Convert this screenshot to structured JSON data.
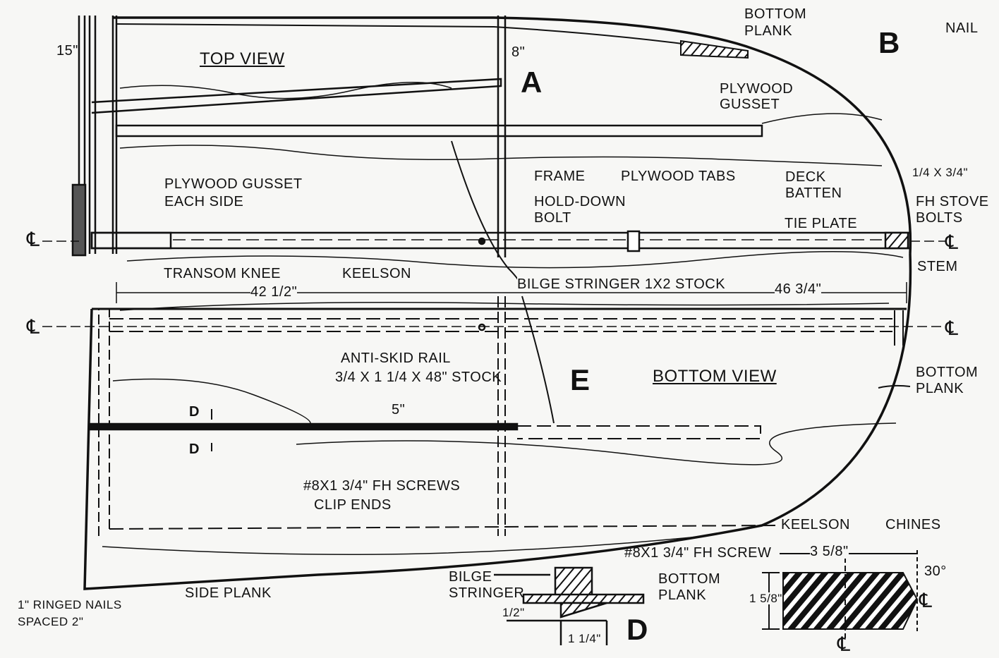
{
  "top_view": {
    "title": "TOP VIEW",
    "dim_15": "15\"",
    "dim_8": "8\"",
    "section_a": "A",
    "section_b": "B",
    "bottom_plank_1": "BOTTOM",
    "bottom_plank_2": "PLANK",
    "nail": "NAIL",
    "plywood_gusset_1": "PLYWOOD",
    "plywood_gusset_2": "GUSSET",
    "gusset_each_1": "PLYWOOD GUSSET",
    "gusset_each_2": "EACH SIDE",
    "frame": "FRAME",
    "plywood_tabs": "PLYWOOD TABS",
    "deck_batten_1": "DECK",
    "deck_batten_2": "BATTEN",
    "stove_bolts_size": "1/4 X 3/4\"",
    "stove_bolts_1": "FH STOVE",
    "stove_bolts_2": "BOLTS",
    "hold_down_1": "HOLD-DOWN",
    "hold_down_2": "BOLT",
    "tie_plate": "TIE PLATE",
    "centerline": "℄",
    "stem": "STEM",
    "transom_knee": "TRANSOM KNEE",
    "keelson": "KEELSON"
  },
  "dimensions": {
    "aft_length": "42 1/2\"",
    "bilge_stringer": "BILGE STRINGER 1X2 STOCK",
    "fwd_length": "46 3/4\""
  },
  "bottom_view": {
    "title": "BOTTOM VIEW",
    "anti_skid_1": "ANTI-SKID RAIL",
    "anti_skid_2": "3/4 X 1 1/4 X 48\" STOCK",
    "section_e": "E",
    "bottom_plank_1": "BOTTOM",
    "bottom_plank_2": "PLANK",
    "section_d_top": "D",
    "section_d_bottom": "D",
    "spacing_5": "5\"",
    "screws_1": "#8X1 3/4\" FH SCREWS",
    "screws_2": "CLIP ENDS",
    "side_plank": "SIDE PLANK",
    "nails_1": "1\" RINGED NAILS",
    "nails_2": "SPACED 2\""
  },
  "detail_d": {
    "screw": "#8X1 3/4\" FH SCREW",
    "bilge_1": "BILGE",
    "bilge_2": "STRINGER",
    "bottom_1": "BOTTOM",
    "bottom_2": "PLANK",
    "dim_half": "1/2\"",
    "dim_1_1_4": "1 1/4\"",
    "label": "D"
  },
  "detail_keelson": {
    "keelson": "KEELSON",
    "chines": "CHINES",
    "width": "3 5/8\"",
    "height": "1 5/8\"",
    "angle": "30°",
    "centerline": "℄"
  }
}
